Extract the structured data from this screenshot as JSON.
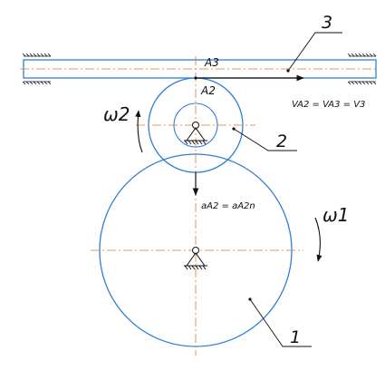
{
  "labels": {
    "rack_number": "3",
    "small_gear_number": "2",
    "large_gear_number": "1",
    "point_a3": "A3",
    "point_a2": "A2",
    "omega2": "ω2",
    "omega1": "ω1",
    "velocity_eq": "VA2 = VA3 = V3",
    "accel_eq": "aA2 = aA2n"
  },
  "colors": {
    "outline": "#2f7fd6",
    "centerline": "#e07a2a",
    "ink": "#111111"
  }
}
